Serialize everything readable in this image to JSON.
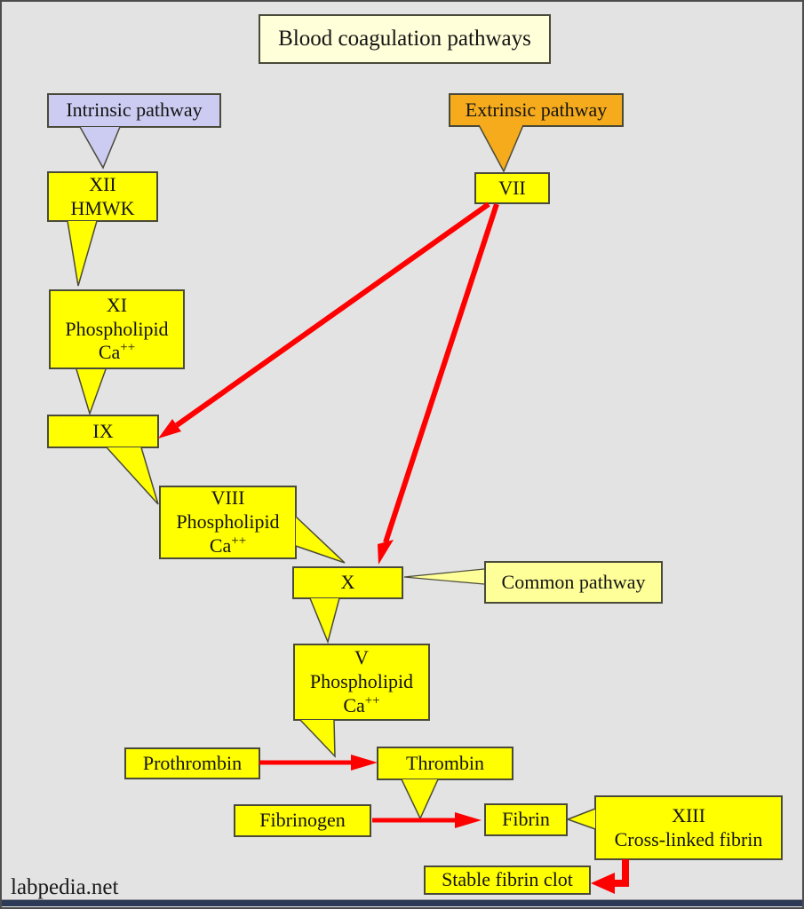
{
  "title": "Blood coagulation pathways",
  "watermark": "labpedia.net",
  "pathway_labels": {
    "intrinsic": "Intrinsic pathway",
    "extrinsic": "Extrinsic pathway",
    "common": "Common pathway"
  },
  "nodes": {
    "factor_xii": {
      "line1": "XII",
      "line2": "HMWK"
    },
    "factor_xi": {
      "line1": "XI",
      "line2": "Phospholipid",
      "ion": "Ca",
      "ion_charge": "++"
    },
    "factor_ix": {
      "label": "IX"
    },
    "factor_viii": {
      "line1": "VIII",
      "line2": "Phospholipid",
      "ion": "Ca",
      "ion_charge": "++"
    },
    "factor_vii": {
      "label": "VII"
    },
    "factor_x": {
      "label": "X"
    },
    "factor_v": {
      "line1": "V",
      "line2": "Phospholipid",
      "ion": "Ca",
      "ion_charge": "++"
    },
    "prothrombin": {
      "label": "Prothrombin"
    },
    "thrombin": {
      "label": "Thrombin"
    },
    "fibrinogen": {
      "label": "Fibrinogen"
    },
    "fibrin": {
      "label": "Fibrin"
    },
    "factor_xiii": {
      "line1": "XIII",
      "line2": "Cross-linked fibrin"
    },
    "stable_clot": {
      "label": "Stable fibrin clot"
    }
  },
  "edges": [
    {
      "from": "VII",
      "to": "IX",
      "style": "red-arrow"
    },
    {
      "from": "VII",
      "to": "X",
      "style": "red-arrow"
    },
    {
      "from": "Prothrombin",
      "to": "Thrombin",
      "style": "red-arrow"
    },
    {
      "from": "Fibrinogen",
      "to": "Fibrin",
      "style": "red-arrow"
    },
    {
      "from": "XIII Cross-linked fibrin",
      "to": "Stable fibrin clot",
      "style": "red-arrow"
    },
    {
      "from": "Intrinsic pathway",
      "to": "XII HMWK",
      "style": "callout-tail"
    },
    {
      "from": "Extrinsic pathway",
      "to": "VII",
      "style": "callout-tail"
    },
    {
      "from": "XII HMWK",
      "to": "XI Phospholipid Ca++",
      "style": "callout-tail"
    },
    {
      "from": "XI Phospholipid Ca++",
      "to": "IX",
      "style": "callout-tail"
    },
    {
      "from": "IX",
      "to": "VIII Phospholipid Ca++",
      "style": "callout-tail"
    },
    {
      "from": "VIII Phospholipid Ca++",
      "to": "X",
      "style": "callout-tail"
    },
    {
      "from": "X",
      "to": "V Phospholipid Ca++",
      "style": "callout-tail"
    },
    {
      "from": "V Phospholipid Ca++",
      "to": "Prothrombin-Thrombin arrow",
      "style": "callout-tail"
    },
    {
      "from": "Thrombin",
      "to": "Fibrinogen-Fibrin arrow",
      "style": "callout-tail"
    },
    {
      "from": "XIII Cross-linked fibrin",
      "to": "Fibrin",
      "style": "callout-tail"
    },
    {
      "from": "Common pathway",
      "to": "X",
      "style": "callout-tail"
    }
  ],
  "colors": {
    "background": "#e3e3e3",
    "factor_fill": "#ffff00",
    "intrinsic_fill": "#ccccf2",
    "extrinsic_fill": "#f5ab1c",
    "title_fill": "#ffffd9",
    "common_fill": "#ffff99",
    "arrow_red": "#ff0000",
    "box_border": "#4a4a3a",
    "footer_bar": "#2c3a57"
  }
}
